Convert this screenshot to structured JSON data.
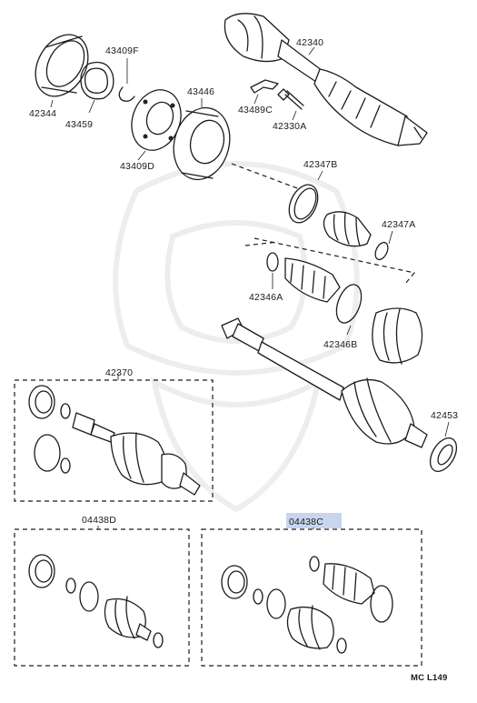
{
  "diagram": {
    "part_labels": {
      "p42340": "42340",
      "p43409F": "43409F",
      "p42344": "42344",
      "p43459": "43459",
      "p43446": "43446",
      "p43489C": "43489C",
      "p42330A": "42330A",
      "p43409D": "43409D",
      "p42347B": "42347B",
      "p42347A": "42347A",
      "p42346A": "42346A",
      "p42346B": "42346B",
      "p42370": "42370",
      "p42453": "42453",
      "p04438D": "04438D",
      "p04438C": "04438C"
    },
    "highlight_color": "#c7d5ee",
    "footer_code": "MC L149"
  }
}
